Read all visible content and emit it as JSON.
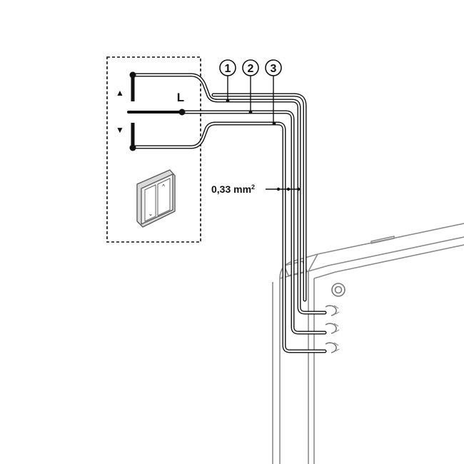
{
  "callouts": [
    "1",
    "2",
    "3"
  ],
  "switch_arrows": {
    "up": "▲",
    "down": "▼"
  },
  "live_label": "L",
  "cable_spec": {
    "value": "0,33 mm",
    "superscript": "2"
  },
  "switch_symbols": {
    "up": "^",
    "down": "⌄"
  },
  "colors": {
    "line": "#111111",
    "device_outline": "#8a8a8a",
    "background": "#ffffff"
  }
}
